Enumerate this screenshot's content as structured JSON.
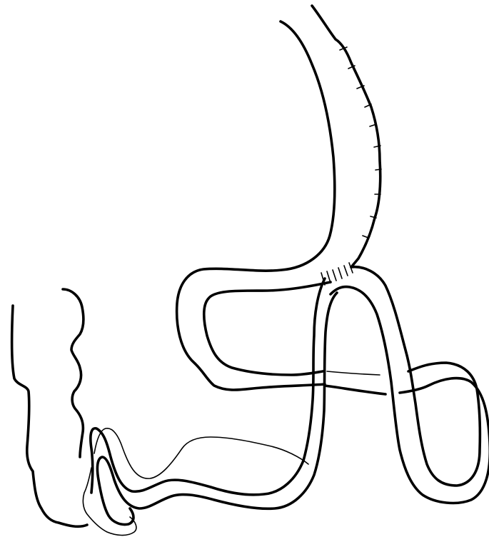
{
  "drawing": {
    "stroke_color": "#000000",
    "background_color": "#ffffff",
    "description_items": [
      "stomach-sleeve",
      "staple-line",
      "gastric-anastomosis",
      "jejunal-loop",
      "colon"
    ]
  }
}
